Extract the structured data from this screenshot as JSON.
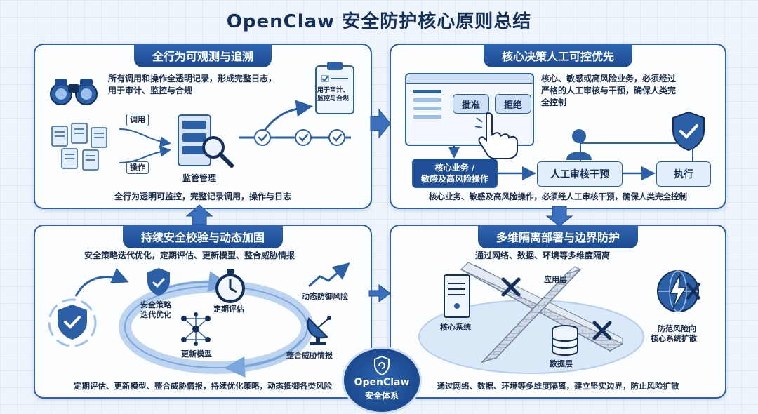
{
  "title": "OpenClaw 安全防护核心原则总结",
  "colors": {
    "primary": "#2b5fa6",
    "dark": "#1c4a8f",
    "light": "#e3eefb",
    "background": "#eef4fb"
  },
  "panels": {
    "observability": {
      "heading": "全行为可观测与追溯",
      "desc_line1": "所有调用和操作全透明记录，形成完整日志，",
      "desc_line2": "用于审计、监控与合规",
      "label_call": "调用",
      "label_operation": "操作",
      "label_supervision": "监管管理",
      "clipboard_line1": "用于审计、",
      "clipboard_line2": "监控与合规",
      "footer": "全行为透明可监控，完整记录调用，操作与日志",
      "icons": [
        "binoculars-icon",
        "documents-icon",
        "server-icon",
        "magnifier-icon",
        "clipboard-icon",
        "check-icon"
      ]
    },
    "human_control": {
      "heading": "核心决策人工可控优先",
      "desc_line1": "核心、敏感或高风险业务，必须经过",
      "desc_line2": "严格的人工审核与干预，确保人类完",
      "desc_line3": "全控制",
      "approve": "批准",
      "reject": "拒绝",
      "flow_core_line1": "核心业务 /",
      "flow_core_line2": "敏感及高风险操作",
      "flow_review": "人工审核干预",
      "flow_execute": "执行",
      "footer": "核心业务、敏感及高风险操作，必须经人工审核干预，确保人类完全控制",
      "icons": [
        "hand-icon",
        "user-icon",
        "shield-check-icon"
      ]
    },
    "continuous": {
      "heading": "持续安全校验与动态加固",
      "desc": "安全策略迭代优化，定期评估、更新模型、整合威胁情报",
      "cycle_policy_line1": "安全策略",
      "cycle_policy_line2": "迭代优化",
      "cycle_assess": "定期评估",
      "cycle_model": "更新模型",
      "cycle_threat": "整合威胁情报",
      "dynamic_risk": "动态防御风险",
      "footer": "定期评估、更新模型、整合威胁情报，持续优化策略，动态抵御各类风险",
      "icons": [
        "shield-check-icon",
        "stopwatch-icon",
        "neural-network-icon",
        "satellite-dish-icon",
        "trend-up-icon"
      ]
    },
    "isolation": {
      "heading": "多维隔离部署与边界防护",
      "desc": "通过网络、数据、环境等多维度隔离",
      "app_layer": "应用层",
      "core_system": "核心系统",
      "data_layer": "数据层",
      "prevent_line1": "防范风险向",
      "prevent_line2": "核心系统扩散",
      "footer": "通过网络、数据、环境等多维度隔离，建立坚实边界，防止风险扩散",
      "icons": [
        "firewall-icon",
        "server-icon",
        "database-icon",
        "globe-lightning-icon",
        "blocked-icon"
      ]
    }
  },
  "badge": {
    "name": "OpenClaw",
    "subtitle": "安全体系",
    "icon": "shield-refresh-icon"
  }
}
